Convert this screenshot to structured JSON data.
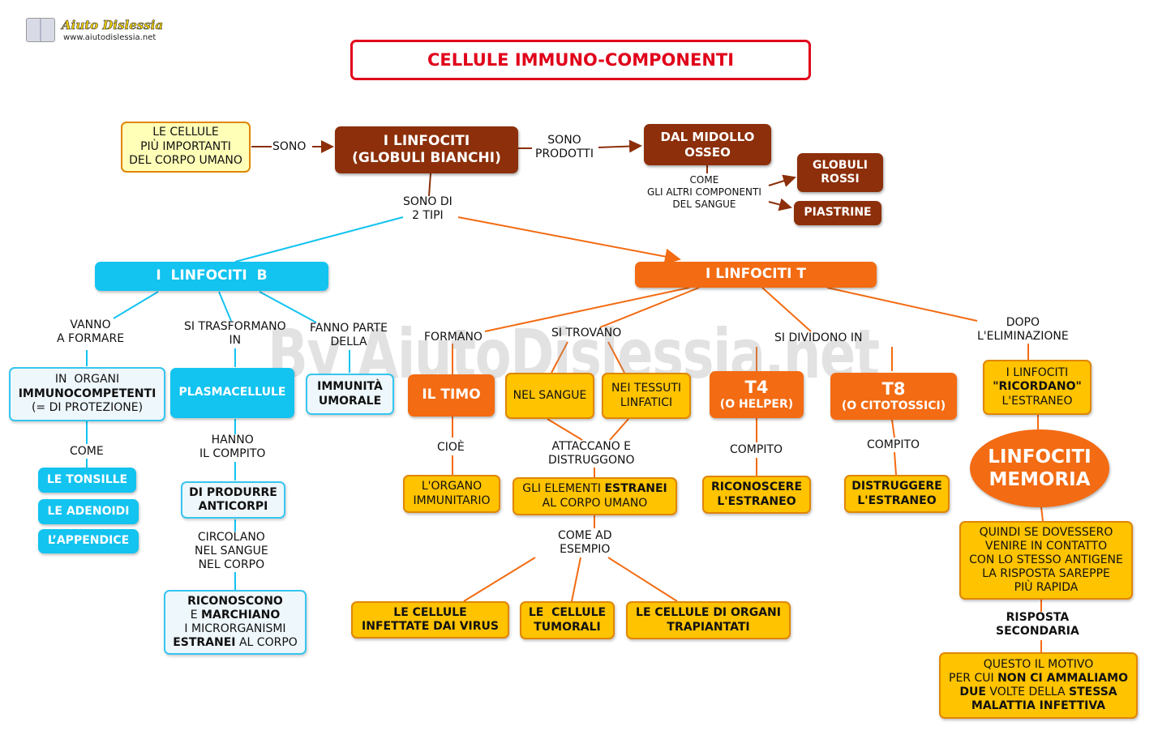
{
  "logo": {
    "name": "Aiuto Dislessia",
    "url": "www.aiutodislessia.net"
  },
  "title": "CELLULE IMMUNO-COMPONENTI",
  "watermark": "By AiutoDislessia.net",
  "nodes": {
    "important_cells": [
      "LE CELLULE",
      "PIÙ IMPORTANTI",
      "DEL CORPO UMANO"
    ],
    "linfociti": [
      "I LINFOCITI",
      "(GLOBULI BIANCHI)"
    ],
    "midollo": [
      "DAL MIDOLLO",
      "OSSEO"
    ],
    "globuli_rossi": [
      "GLOBULI",
      "ROSSI"
    ],
    "piastrine": "PIASTRINE",
    "linfociti_b": "I  LINFOCITI  B",
    "linfociti_t": "I LINFOCITI T",
    "organi_imm": [
      "IN  ORGANI",
      "IMMUNOCOMPETENTI",
      "(= DI PROTEZIONE)"
    ],
    "plasmacellule": "PLASMACELLULE",
    "immunita": [
      "IMMUNITÀ",
      "UMORALE"
    ],
    "tonsille": "LE TONSILLE",
    "adenoidi": "LE ADENOIDI",
    "appendice": "L’APPENDICE",
    "anticorpi": [
      "DI PRODURRE",
      "ANTICORPI"
    ],
    "riconoscono": [
      "RICONOSCONO",
      "E",
      "MARCHIANO",
      "I MICRORGANISMI",
      "ESTRANEI",
      "AL CORPO"
    ],
    "timo": "IL TIMO",
    "sangue": "NEL SANGUE",
    "tessuti": [
      "NEI TESSUTI",
      "LINFATICI"
    ],
    "t4": [
      "T4",
      "(O HELPER)"
    ],
    "t8": [
      "T8",
      "(O CITOTOSSICI)"
    ],
    "ricordano": [
      "I LINFOCITI",
      "\"RICORDANO\"",
      "L'ESTRANEO"
    ],
    "organo_imm": [
      "L'ORGANO",
      "IMMUNITARIO"
    ],
    "elementi": [
      "GLI ELEMENTI",
      "ESTRANEI",
      "AL CORPO UMANO"
    ],
    "riconoscere": [
      "RICONOSCERE",
      "L'ESTRANEO"
    ],
    "distruggere": [
      "DISTRUGGERE",
      "L'ESTRANEO"
    ],
    "memoria": [
      "LINFOCITI",
      "MEMORIA"
    ],
    "quindi": [
      "QUINDI SE DOVESSERO",
      "VENIRE IN CONTATTO",
      "CON LO STESSO ANTIGENE",
      "LA RISPOSTA SAREPPE",
      "PIÙ RAPIDA"
    ],
    "virus": [
      "LE CELLULE",
      "INFETTATE DAI VIRUS"
    ],
    "tumorali": [
      "LE  CELLULE",
      "TUMORALI"
    ],
    "trapiantati": [
      "LE CELLULE DI ORGANI",
      "TRAPIANTATI"
    ],
    "motivo": [
      "QUESTO IL MOTIVO",
      "PER CUI",
      "NON CI AMMALIAMO",
      "DUE",
      "VOLTE DELLA",
      "STESSA",
      "MALATTIA INFETTIVA"
    ]
  },
  "labels": {
    "sono": "SONO",
    "sono_prodotti": [
      "SONO",
      "PRODOTTI"
    ],
    "come_altri": [
      "COME",
      "GLI ALTRI COMPONENTI",
      "DEL SANGUE"
    ],
    "sono_di_2_tipi": [
      "SONO DI",
      "2 TIPI"
    ],
    "vanno": [
      "VANNO",
      "A FORMARE"
    ],
    "trasformano": [
      "SI TRASFORMANO",
      "IN"
    ],
    "fanno_parte": [
      "FANNO PARTE",
      "DELLA"
    ],
    "come": "COME",
    "hanno_compito": [
      "HANNO",
      "IL COMPITO"
    ],
    "circolano": [
      "CIRCOLANO",
      "NEL SANGUE",
      "NEL CORPO"
    ],
    "formano": "FORMANO",
    "si_trovano": "SI TROVANO",
    "si_dividono": "SI DIVIDONO IN",
    "dopo": [
      "DOPO",
      "L'ELIMINAZIONE"
    ],
    "cioe": "CIOÈ",
    "attaccano": [
      "ATTACCANO E",
      "DISTRUGGONO"
    ],
    "compito": "COMPITO",
    "come_ad_esempio": [
      "COME AD",
      "ESEMPIO"
    ],
    "risposta": [
      "RISPOSTA",
      "SECONDARIA"
    ]
  },
  "colors": {
    "brown": "#8c2f0a",
    "cyan": "#13c3f0",
    "orange": "#f36b12",
    "gold": "#ffc300",
    "title_red": "#e0001a"
  }
}
